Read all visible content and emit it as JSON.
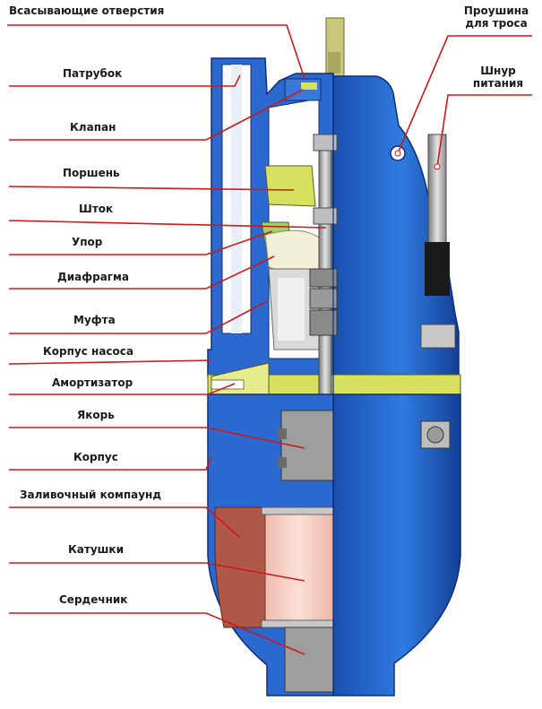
{
  "labels": {
    "suction_holes": "Всасывающие отверстия",
    "pipe": "Патрубок",
    "valve": "Клапан",
    "piston": "Поршень",
    "rod": "Шток",
    "stop": "Упор",
    "diaphragm": "Диафрагма",
    "coupling": "Муфта",
    "pump_body": "Корпус насоса",
    "shock_absorber": "Амортизатор",
    "armature": "Якорь",
    "housing": "Корпус",
    "potting_compound": "Заливочный компаунд",
    "coils": "Катушки",
    "core": "Сердечник",
    "cable_eye_line1": "Проушина",
    "cable_eye_line2": "для троса",
    "power_cord_line1": "Шнур",
    "power_cord_line2": "питания"
  },
  "colors": {
    "body_blue": "#1f5fc4",
    "body_dark_blue": "#123a8c",
    "leader_red": "#d01818",
    "yellow_green": "#d8e060",
    "coil_pink": "#f4c8bc",
    "compound_brown": "#b05848",
    "metal_gray": "#a8a8a8"
  }
}
